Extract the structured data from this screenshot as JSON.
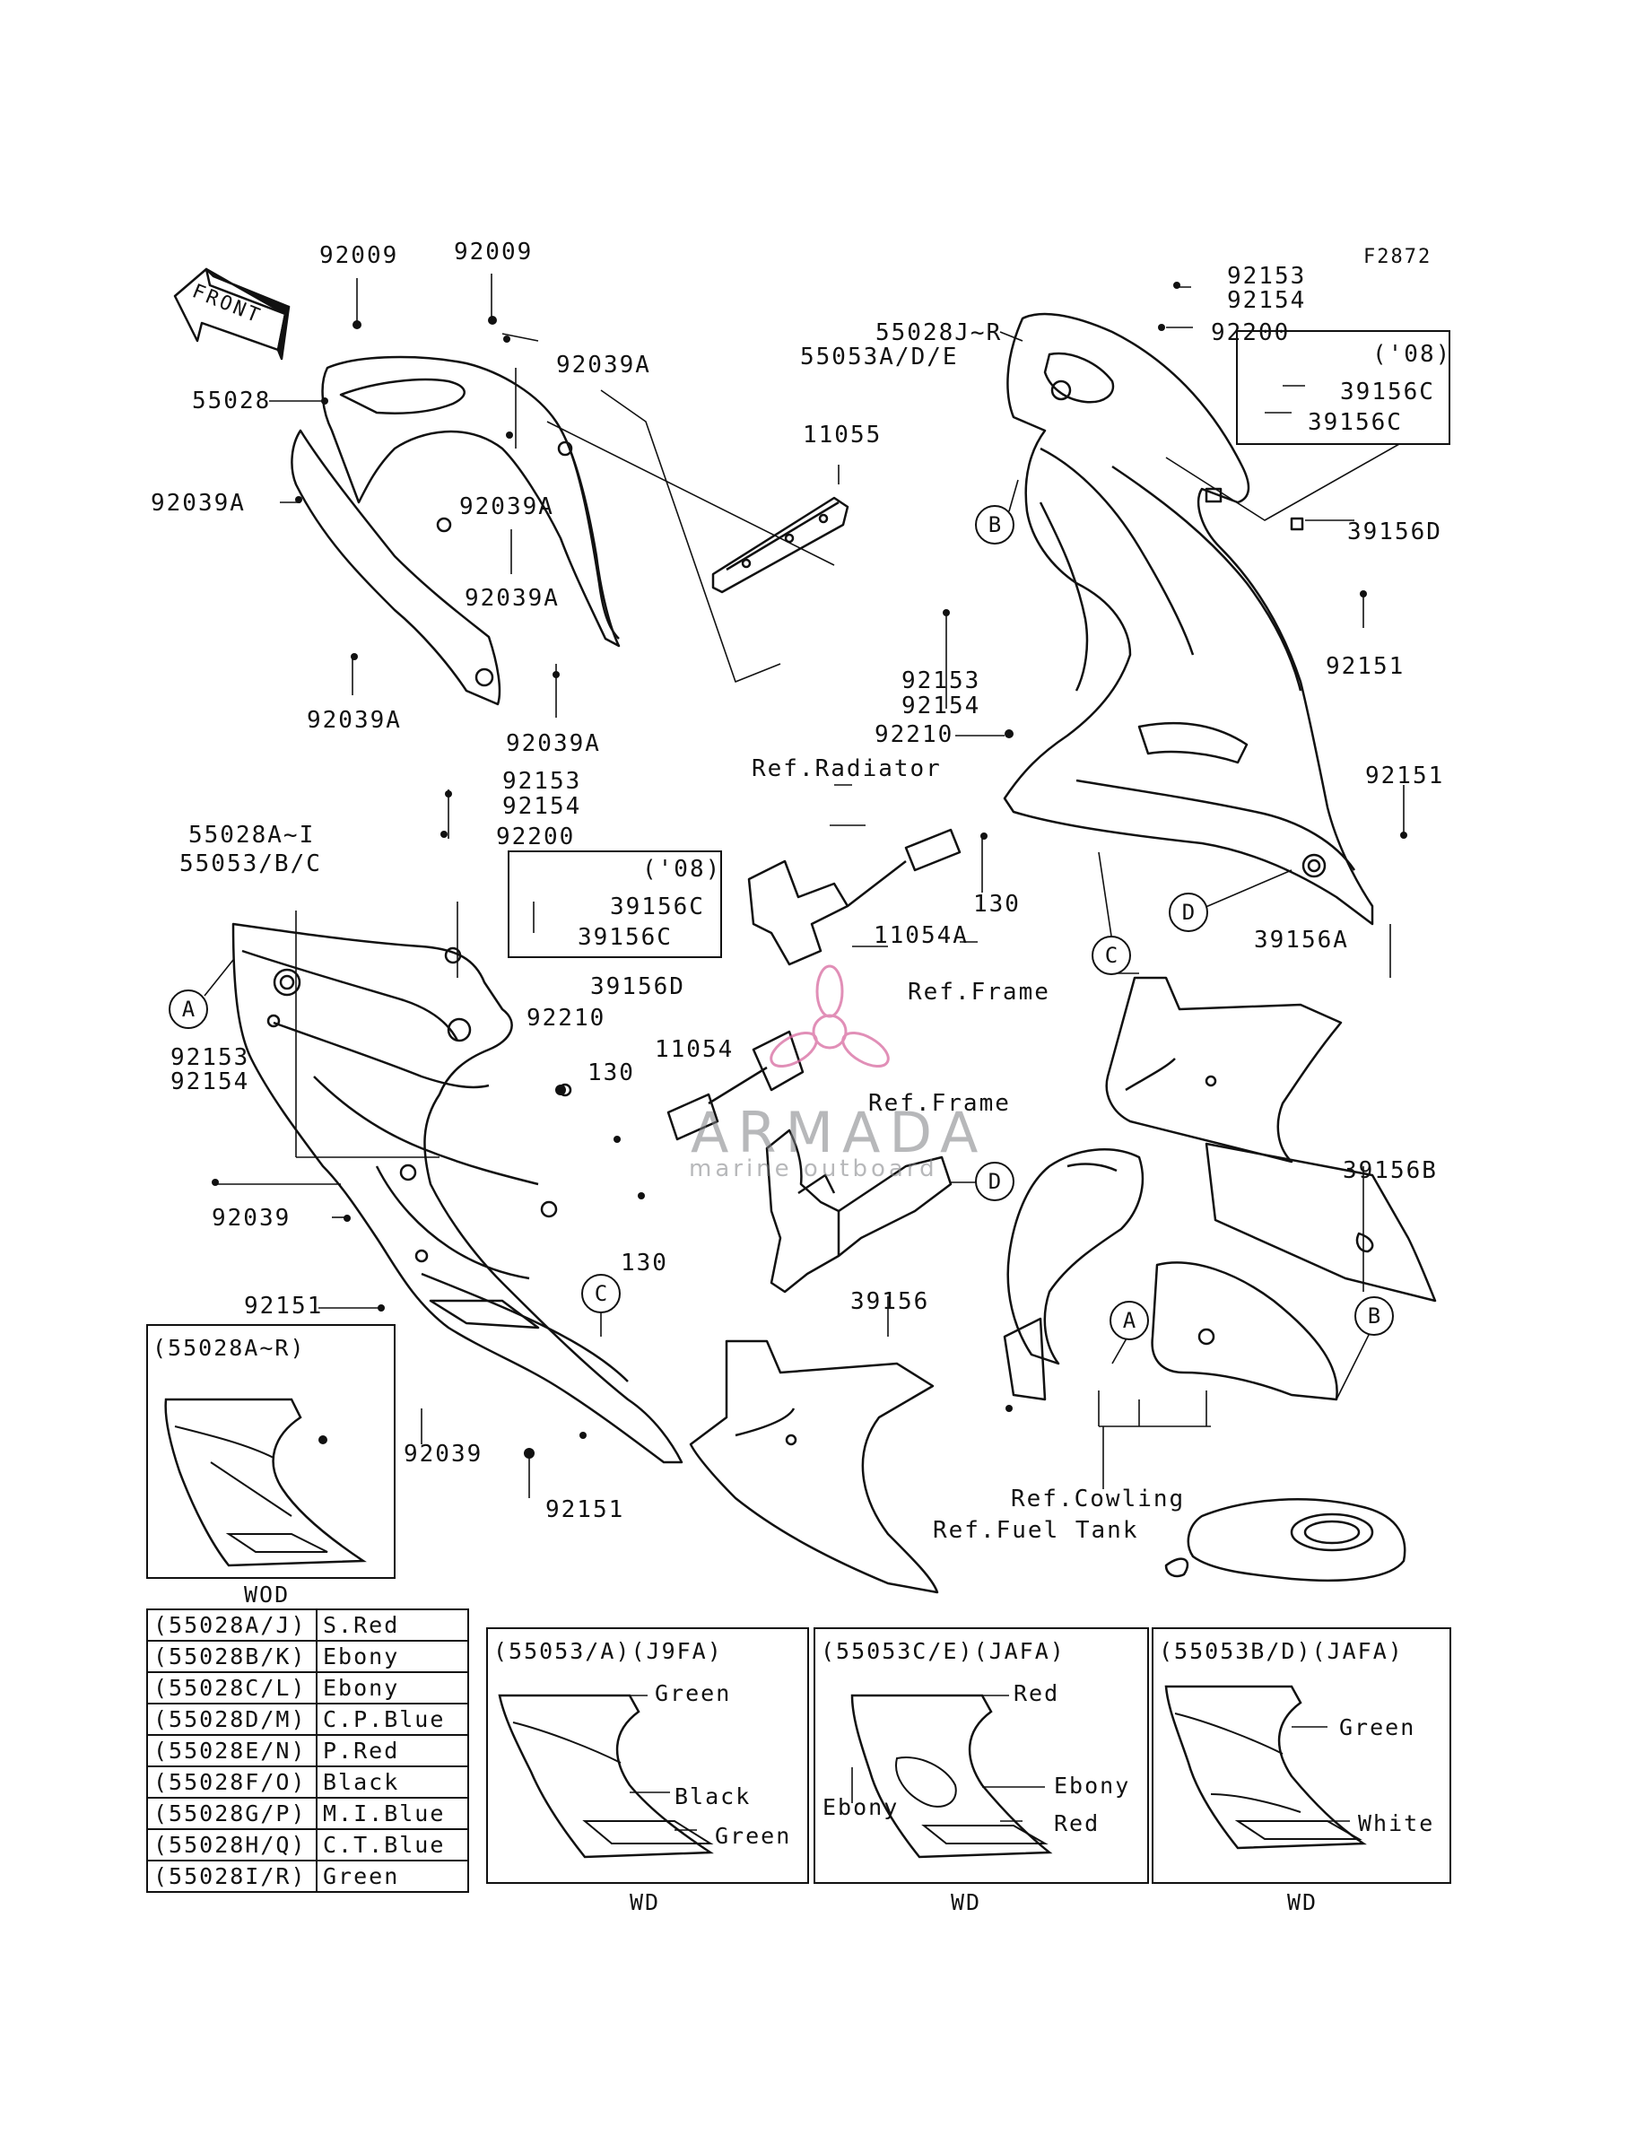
{
  "figure_code": "F2872",
  "front_arrow": "FRONT",
  "labels": {
    "p92009a": "92009",
    "p92009b": "92009",
    "p92039A_1": "92039A",
    "p55028": "55028",
    "p92039A_2": "92039A",
    "p92039A_3": "92039A",
    "p92039A_4": "92039A",
    "p92039A_5": "92039A",
    "p92039A_6": "92039A",
    "p11055": "11055",
    "p55028JR": "55028J~R",
    "p55053ADE": "55053A/D/E",
    "p92153_top": "92153",
    "p92154_top": "92154",
    "p92200_top": "92200",
    "p08_top": "('08)",
    "p39156C_t1": "39156C",
    "p39156C_t2": "39156C",
    "p39156D_top": "39156D",
    "p92151_a": "92151",
    "p92153_mid": "92153",
    "p92154_mid": "92154",
    "p92210_mid": "92210",
    "ref_radiator": "Ref.Radiator",
    "p92151_b": "92151",
    "p92153_l": "92153",
    "p92154_l": "92154",
    "p92200_l": "92200",
    "p55028AI": "55028A~I",
    "p55053BC": "55053/B/C",
    "p08_mid": "('08)",
    "p39156C_m1": "39156C",
    "p39156C_m2": "39156C",
    "p39156D_mid": "39156D",
    "p92210_l": "92210",
    "p130_a": "130",
    "p11054A": "11054A",
    "ref_frame_1": "Ref.Frame",
    "p39156A": "39156A",
    "p92153_ll": "92153",
    "p92154_ll": "92154",
    "p130_b": "130",
    "p11054": "11054",
    "ref_frame_2": "Ref.Frame",
    "p39156B": "39156B",
    "p92039_a": "92039",
    "p130_c": "130",
    "p92151_c": "92151",
    "p39156": "39156",
    "p92039_b": "92039",
    "p92151_d": "92151",
    "ref_cowling": "Ref.Cowling",
    "ref_fuel_tank": "Ref.Fuel Tank"
  },
  "callouts": [
    "A",
    "B",
    "C",
    "D"
  ],
  "watermark": {
    "brand": "ARMADA",
    "tagline": "marine outboard"
  },
  "inset_main": {
    "title": "(55028A~R)",
    "tag": "WOD"
  },
  "color_table": [
    {
      "code": "(55028A/J)",
      "color": "S.Red"
    },
    {
      "code": "(55028B/K)",
      "color": "Ebony"
    },
    {
      "code": "(55028C/L)",
      "color": "Ebony"
    },
    {
      "code": "(55028D/M)",
      "color": "C.P.Blue"
    },
    {
      "code": "(55028E/N)",
      "color": "P.Red"
    },
    {
      "code": "(55028F/O)",
      "color": "Black"
    },
    {
      "code": "(55028G/P)",
      "color": "M.I.Blue"
    },
    {
      "code": "(55028H/Q)",
      "color": "C.T.Blue"
    },
    {
      "code": "(55028I/R)",
      "color": "Green"
    }
  ],
  "variants": [
    {
      "title": "(55053/A)(J9FA)",
      "tag": "WD",
      "callouts": [
        "Green",
        "Black",
        "Green"
      ]
    },
    {
      "title": "(55053C/E)(JAFA)",
      "tag": "WD",
      "callouts": [
        "Red",
        "Ebony",
        "Ebony",
        "Red"
      ]
    },
    {
      "title": "(55053B/D)(JAFA)",
      "tag": "WD",
      "callouts": [
        "Green",
        "White"
      ]
    }
  ],
  "colors": {
    "ink": "#111111",
    "watermark": "#7d7f83",
    "logo": "#d86aa0"
  }
}
